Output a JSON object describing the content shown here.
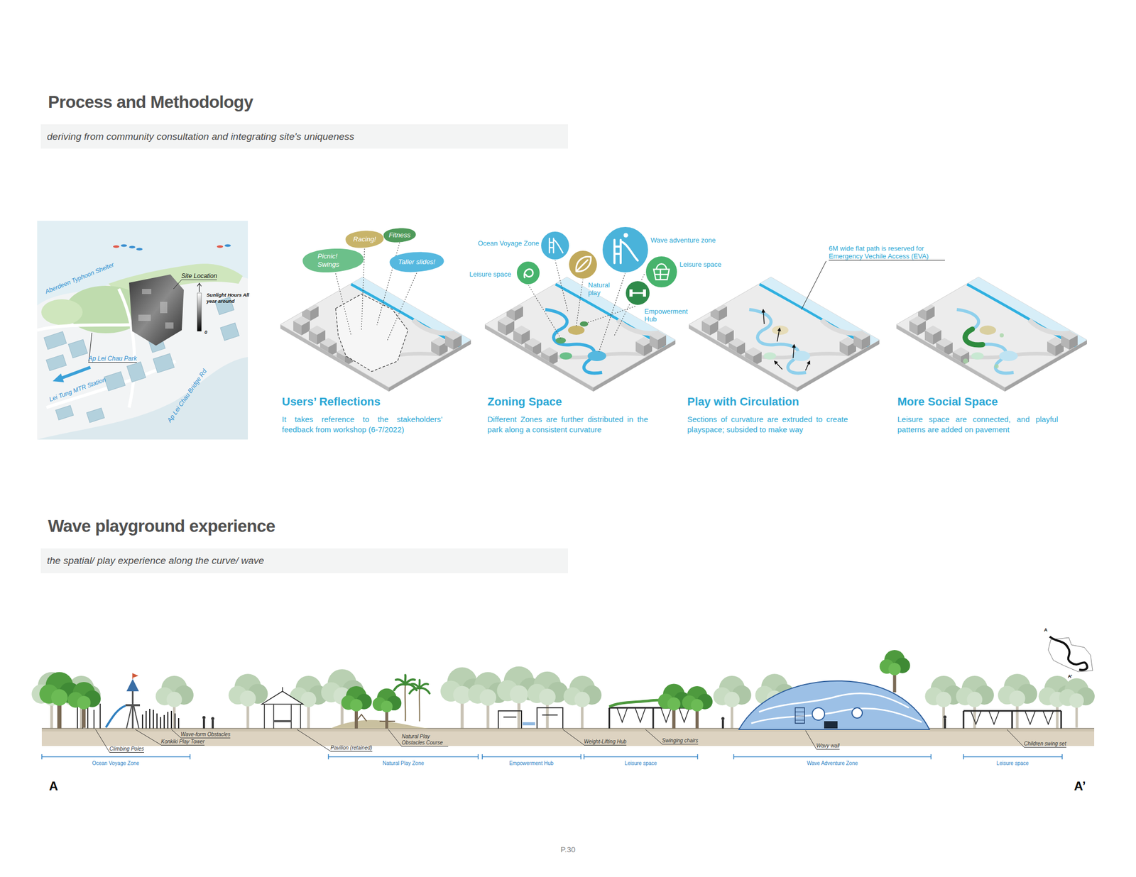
{
  "diagram": {
    "nodes": [
      {
        "text": [
          "Process and Methodology",
          "deriving from community consultation and integrating site's uniqueness"
        ]
      },
      {
        "text": [
          "Racing!"
        ]
      },
      {
        "text": [
          "Fitness"
        ]
      },
      {
        "text": [
          "Picnic! Swings"
        ]
      },
      {
        "text": [
          "Taller slides!"
        ]
      },
      {
        "text": [
          "Wave playground experience",
          "the spatial/ play experience along the curve/ wave"
        ]
      }
    ],
    "labels": [
      "Aberdeen Typhoon Shelter",
      "Site Location",
      "Sunlight Hours All year around",
      "0",
      "Ap Lei Chau Park",
      "Lei Tung MTR Station",
      "Ap Lei Chau Bridge Rd",
      "Users’ Reflections",
      "It takes reference to the stakeholders’ feedback from workshop (6-7/2022)",
      "Ocean Voyage Zone",
      "Leisure space",
      "Natural play",
      "Wave adventure zone",
      "Leisure space",
      "Empowerment Hub",
      "Zoning Space",
      "Different Zones are further distributed in the park along a consistent curvature",
      "6M wide flat path is reserved for Emergency Vechile Access (EVA)",
      "Play with Circulation",
      "Sections of curvature are extruded to create playspace; subsided to make way",
      "More Social Space",
      "Leisure space are connected, and playful patterns are added on pavement",
      "Climbing Poles",
      "Konkiki Play Tower",
      "Wave-form Obstacles",
      "Pavilion (retained)",
      "Natural Play Obstacles Course",
      "Weight-Lifting Hub",
      "Swinging chairs",
      "Wavy wall",
      "Children swing set",
      "Ocean Voyage Zone",
      "Natural Play Zone",
      "Empowerment Hub",
      "Leisure space",
      "Wave Adventure Zone",
      "Leisure space",
      "A",
      "A’",
      "A",
      "A’",
      "P.30"
    ]
  }
}
